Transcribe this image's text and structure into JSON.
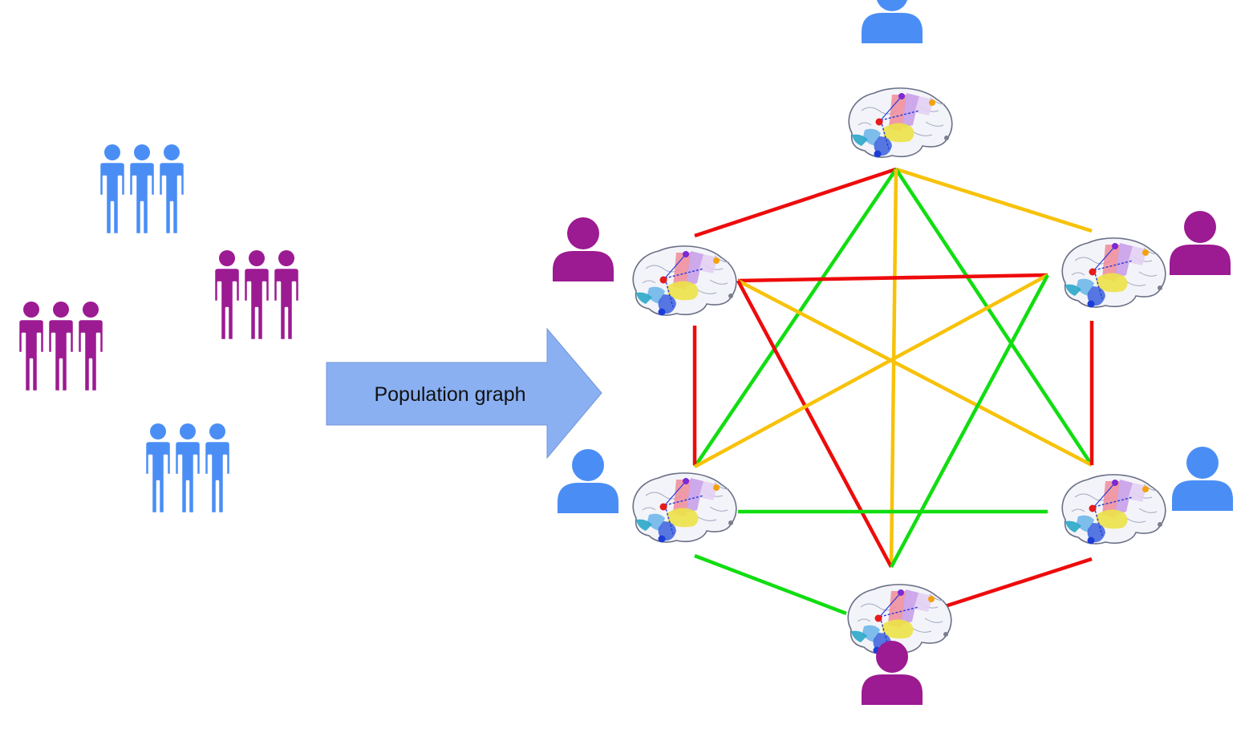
{
  "arrow": {
    "label": "Population graph"
  },
  "colors": {
    "blue": "#4A8EF5",
    "purple": "#9C1A92",
    "red": "#EE0B0B",
    "yellow": "#F7C20A",
    "green": "#11DD11",
    "arrow_fill": "#8AB0F2"
  },
  "groups": [
    {
      "id": "group-blue-top",
      "color": "blue"
    },
    {
      "id": "group-purple-right",
      "color": "purple"
    },
    {
      "id": "group-purple-left",
      "color": "purple"
    },
    {
      "id": "group-blue-bottom",
      "color": "blue"
    }
  ],
  "nodes": [
    {
      "id": "top",
      "person_color": "blue"
    },
    {
      "id": "upper-left",
      "person_color": "purple"
    },
    {
      "id": "upper-right",
      "person_color": "purple"
    },
    {
      "id": "lower-left",
      "person_color": "blue"
    },
    {
      "id": "lower-right",
      "person_color": "blue"
    },
    {
      "id": "bottom",
      "person_color": "purple"
    }
  ],
  "edges": [
    {
      "from": "top",
      "to": "upper-left",
      "color": "red"
    },
    {
      "from": "top",
      "to": "upper-right",
      "color": "yellow"
    },
    {
      "from": "top",
      "to": "lower-left",
      "color": "green"
    },
    {
      "from": "top",
      "to": "lower-right",
      "color": "green"
    },
    {
      "from": "top",
      "to": "bottom",
      "color": "yellow"
    },
    {
      "from": "upper-left",
      "to": "upper-right",
      "color": "red"
    },
    {
      "from": "upper-left",
      "to": "lower-left",
      "color": "red"
    },
    {
      "from": "upper-left",
      "to": "lower-right",
      "color": "yellow"
    },
    {
      "from": "upper-left",
      "to": "bottom",
      "color": "red"
    },
    {
      "from": "upper-right",
      "to": "lower-left",
      "color": "yellow"
    },
    {
      "from": "upper-right",
      "to": "lower-right",
      "color": "red"
    },
    {
      "from": "upper-right",
      "to": "bottom",
      "color": "green"
    },
    {
      "from": "lower-left",
      "to": "lower-right",
      "color": "green"
    },
    {
      "from": "lower-left",
      "to": "bottom",
      "color": "green"
    },
    {
      "from": "lower-right",
      "to": "bottom",
      "color": "red"
    }
  ]
}
